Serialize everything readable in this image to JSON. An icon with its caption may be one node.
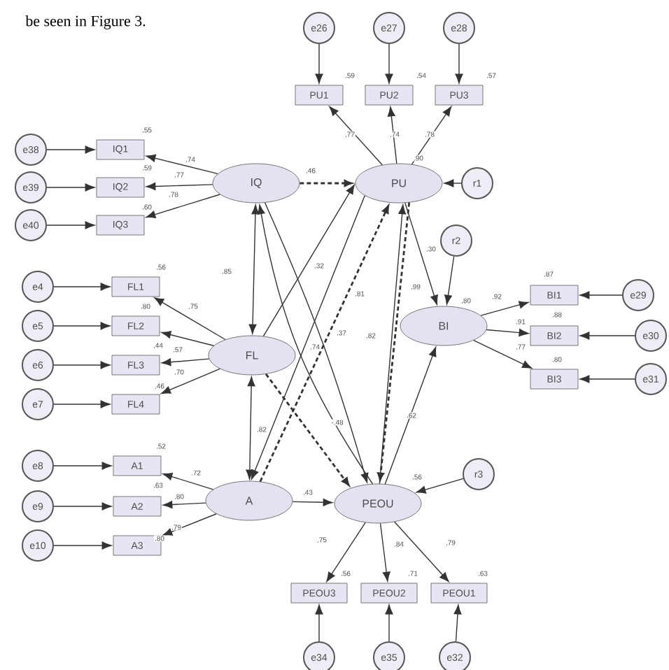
{
  "diagram": {
    "nodes": [
      {
        "text": [
          "e26"
        ]
      },
      {
        "text": [
          "e27"
        ]
      },
      {
        "text": [
          "e28"
        ]
      },
      {
        "text": [
          "PU1"
        ]
      },
      {
        "text": [
          "PU2"
        ]
      },
      {
        "text": [
          "PU3"
        ]
      },
      {
        "text": [
          "e38"
        ]
      },
      {
        "text": [
          "IQ1"
        ]
      },
      {
        "text": [
          "IQ"
        ]
      },
      {
        "text": [
          "PU"
        ]
      },
      {
        "text": [
          "r1"
        ]
      },
      {
        "text": [
          "e39"
        ]
      },
      {
        "text": [
          "IQ2"
        ]
      },
      {
        "text": [
          "e40"
        ]
      },
      {
        "text": [
          "IQ3"
        ]
      },
      {
        "text": [
          "r2"
        ]
      },
      {
        "text": [
          "e4"
        ]
      },
      {
        "text": [
          "FL1"
        ]
      },
      {
        "text": [
          "BI1"
        ]
      },
      {
        "text": [
          "e29"
        ]
      },
      {
        "text": [
          "e5"
        ]
      },
      {
        "text": [
          "FL2"
        ]
      },
      {
        "text": [
          "BI"
        ]
      },
      {
        "text": [
          "BI2"
        ]
      },
      {
        "text": [
          "e30"
        ]
      },
      {
        "text": [
          "FL"
        ]
      },
      {
        "text": [
          "e6"
        ]
      },
      {
        "text": [
          "FL3"
        ]
      },
      {
        "text": [
          "BI3"
        ]
      },
      {
        "text": [
          "e31"
        ]
      },
      {
        "text": [
          "e7"
        ]
      },
      {
        "text": [
          "FL4"
        ]
      },
      {
        "text": [
          "e8"
        ]
      },
      {
        "text": [
          "A1"
        ]
      },
      {
        "text": [
          "r3"
        ]
      },
      {
        "text": [
          "e9"
        ]
      },
      {
        "text": [
          "A2"
        ]
      },
      {
        "text": [
          "A"
        ]
      },
      {
        "text": [
          "PEOU"
        ]
      },
      {
        "text": [
          "e10"
        ]
      },
      {
        "text": [
          "A3"
        ]
      },
      {
        "text": [
          "PEOU3"
        ]
      },
      {
        "text": [
          "PEOU2"
        ]
      },
      {
        "text": [
          "PEOU1"
        ]
      },
      {
        "text": [
          "e34"
        ]
      },
      {
        "text": [
          "e35"
        ]
      },
      {
        "text": [
          "e32"
        ]
      }
    ],
    "edges": [
      {
        "from": 0,
        "to": 3,
        "arrow": "to"
      },
      {
        "from": 1,
        "to": 4,
        "arrow": "to"
      },
      {
        "from": 2,
        "to": 5,
        "arrow": "to"
      },
      {
        "from": 9,
        "to": 3,
        "arrow": "to"
      },
      {
        "from": 9,
        "to": 4,
        "arrow": "to"
      },
      {
        "from": 9,
        "to": 5,
        "arrow": "to"
      },
      {
        "from": 6,
        "to": 7,
        "arrow": "to"
      },
      {
        "from": 11,
        "to": 12,
        "arrow": "to"
      },
      {
        "from": 13,
        "to": 14,
        "arrow": "to"
      },
      {
        "from": 8,
        "to": 7,
        "arrow": "to"
      },
      {
        "from": 8,
        "to": 12,
        "arrow": "to"
      },
      {
        "from": 8,
        "to": 14,
        "arrow": "to"
      },
      {
        "from": 8,
        "to": 9,
        "arrow": "to",
        "style": "dashed"
      },
      {
        "from": 10,
        "to": 9,
        "arrow": "to"
      },
      {
        "from": 15,
        "to": 22,
        "arrow": "to"
      },
      {
        "from": 9,
        "to": 22,
        "arrow": "to"
      },
      {
        "from": 22,
        "to": 18,
        "arrow": "to"
      },
      {
        "from": 22,
        "to": 23,
        "arrow": "to"
      },
      {
        "from": 22,
        "to": 28,
        "arrow": "to"
      },
      {
        "from": 19,
        "to": 18,
        "arrow": "to"
      },
      {
        "from": 24,
        "to": 23,
        "arrow": "to"
      },
      {
        "from": 29,
        "to": 28,
        "arrow": "to"
      },
      {
        "from": 16,
        "to": 17,
        "arrow": "to"
      },
      {
        "from": 20,
        "to": 21,
        "arrow": "to"
      },
      {
        "from": 26,
        "to": 27,
        "arrow": "to"
      },
      {
        "from": 30,
        "to": 31,
        "arrow": "to"
      },
      {
        "from": 25,
        "to": 17,
        "arrow": "to"
      },
      {
        "from": 25,
        "to": 21,
        "arrow": "to"
      },
      {
        "from": 25,
        "to": 27,
        "arrow": "to"
      },
      {
        "from": 25,
        "to": 31,
        "arrow": "to"
      },
      {
        "from": 8,
        "to": 25,
        "arrow": "both"
      },
      {
        "from": 25,
        "to": 37,
        "arrow": "both"
      },
      {
        "from": 25,
        "to": 9,
        "arrow": "to"
      },
      {
        "from": 8,
        "to": 38,
        "arrow": "to"
      },
      {
        "from": 38,
        "to": 8,
        "arrow": "to"
      },
      {
        "from": 37,
        "to": 9,
        "arrow": "to",
        "style": "dashed"
      },
      {
        "from": 9,
        "to": 37,
        "arrow": "to"
      },
      {
        "from": 25,
        "to": 38,
        "arrow": "to",
        "style": "dashed"
      },
      {
        "from": 9,
        "to": 38,
        "arrow": "to",
        "style": "dashed"
      },
      {
        "from": 38,
        "to": 9,
        "arrow": "to"
      },
      {
        "from": 38,
        "to": 22,
        "arrow": "to"
      },
      {
        "from": 37,
        "to": 38,
        "arrow": "to"
      },
      {
        "from": 34,
        "to": 38,
        "arrow": "to"
      },
      {
        "from": 32,
        "to": 33,
        "arrow": "to"
      },
      {
        "from": 35,
        "to": 36,
        "arrow": "to"
      },
      {
        "from": 39,
        "to": 40,
        "arrow": "to"
      },
      {
        "from": 37,
        "to": 33,
        "arrow": "to"
      },
      {
        "from": 37,
        "to": 36,
        "arrow": "to"
      },
      {
        "from": 37,
        "to": 40,
        "arrow": "to"
      },
      {
        "from": 38,
        "to": 41,
        "arrow": "to"
      },
      {
        "from": 38,
        "to": 42,
        "arrow": "to"
      },
      {
        "from": 38,
        "to": 43,
        "arrow": "to"
      },
      {
        "from": 44,
        "to": 41,
        "arrow": "to"
      },
      {
        "from": 45,
        "to": 42,
        "arrow": "to"
      },
      {
        "from": 46,
        "to": 43,
        "arrow": "to"
      }
    ],
    "labels": [
      "be seen in Figure 3.",
      ".59",
      ".54",
      ".57",
      ".77",
      ".74",
      ".78",
      ".90",
      ".55",
      ".74",
      ".59",
      ".77",
      ".78",
      ".60",
      ".46",
      ".85",
      ".32",
      ".30",
      ".99",
      ".80",
      ".92",
      ".87",
      ".91",
      ".88",
      ".77",
      ".80",
      ".56",
      ".80",
      ".75",
      ".44",
      ".57",
      ".70",
      ".46",
      ".81",
      ".74",
      ".37",
      ".82",
      ".82",
      "-.48",
      ".62",
      ".56",
      ".52",
      ".72",
      ".63",
      ".80",
      ".79",
      ".80",
      ".43",
      ".75",
      ".84",
      ".79",
      ".56",
      ".71",
      ".63"
    ]
  }
}
